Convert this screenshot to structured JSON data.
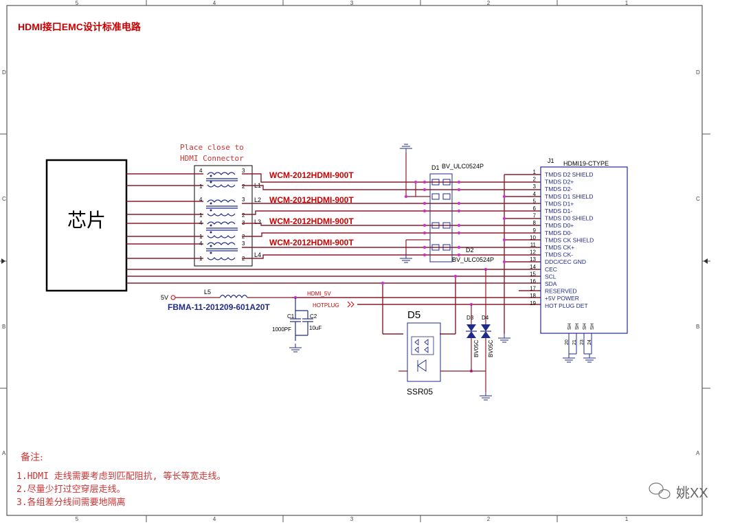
{
  "title": "HDMI接口EMC设计标准电路",
  "border": {
    "cols_top": [
      "5",
      "4",
      "3",
      "2",
      "1"
    ],
    "cols_bottom": [
      "5",
      "4",
      "3",
      "2",
      "1"
    ],
    "rows": [
      "D",
      "C",
      "B",
      "A"
    ]
  },
  "chip_label": "芯片",
  "place_note": [
    "Place close to",
    "HDMI Connector"
  ],
  "cmc": {
    "part": "WCM-2012HDMI-900T",
    "refs": [
      "L1",
      "L2",
      "L3",
      "L4"
    ],
    "pin_labels": [
      "4",
      "3",
      "1",
      "2"
    ]
  },
  "tvs_array": {
    "d1_ref": "D1",
    "d1_part": "BV_ULC0524P",
    "d2_ref": "D2",
    "d2_part": "BV_ULC0524P"
  },
  "connector": {
    "ref": "J1",
    "part": "HDMI19-CTYPE",
    "pins": [
      {
        "num": "1",
        "name": "TMDS D2 SHIELD"
      },
      {
        "num": "2",
        "name": "TMDS D2+"
      },
      {
        "num": "3",
        "name": "TMDS D2-"
      },
      {
        "num": "4",
        "name": "TMDS D1 SHIELD"
      },
      {
        "num": "5",
        "name": "TMDS D1+"
      },
      {
        "num": "6",
        "name": "TMDS D1-"
      },
      {
        "num": "7",
        "name": "TMDS D0 SHIELD"
      },
      {
        "num": "8",
        "name": "TMDS D0+"
      },
      {
        "num": "9",
        "name": "TMDS D0-"
      },
      {
        "num": "10",
        "name": "TMDS CK SHIELD"
      },
      {
        "num": "11",
        "name": "TMDS CK+"
      },
      {
        "num": "12",
        "name": "TMDS CK-"
      },
      {
        "num": "13",
        "name": "DDC/CEC GND"
      },
      {
        "num": "14",
        "name": "CEC"
      },
      {
        "num": "15",
        "name": "SCL"
      },
      {
        "num": "16",
        "name": "SDA"
      },
      {
        "num": "17",
        "name": "RESERVED"
      },
      {
        "num": "18",
        "name": "+5V POWER"
      },
      {
        "num": "19",
        "name": "HOT PLUG DET"
      }
    ],
    "shield_labels": [
      "SH",
      "SH",
      "SH",
      "SH"
    ],
    "shield_pins": [
      "20",
      "21",
      "23",
      "24"
    ]
  },
  "power": {
    "v5": "5V",
    "l5_ref": "L5",
    "l5_part": "FBMA-11-201209-601A20T",
    "net_hdmi5v": "HDMI_5V",
    "net_hotplug": "HOTPLUG",
    "c1_ref": "C1",
    "c1_val": "1000PF",
    "c2_ref": "C2",
    "c2_val": "10uF"
  },
  "esd": {
    "d5_ref": "D5",
    "d5_part": "SSR05",
    "d3_ref": "D3",
    "d4_ref": "D4",
    "d34_part": "BV05C"
  },
  "notes": {
    "heading": "备注:",
    "lines": [
      "1.HDMI 走线需要考虑到匹配阻抗, 等长等宽走线。",
      "2.尽量少打过空穿层走线。",
      "3.各组差分线间需要地隔离"
    ]
  },
  "watermark": "姚XX",
  "colors": {
    "wire": "#8b1a2b",
    "component": "#1f2a8a",
    "dot": "#cc33cc",
    "red_text": "#cc0000",
    "frame": "#333333"
  }
}
